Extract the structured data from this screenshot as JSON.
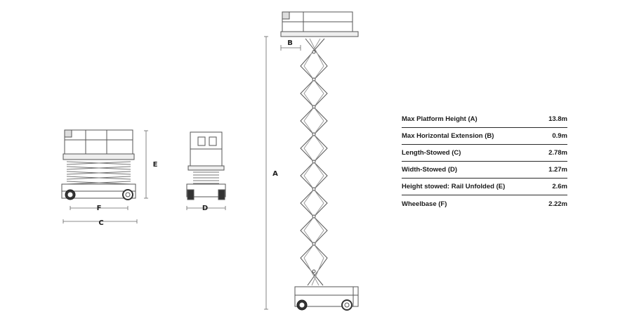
{
  "dimension_labels": {
    "a": "A",
    "b": "B",
    "c": "C",
    "d": "D",
    "e": "E",
    "f": "F"
  },
  "specs": [
    {
      "label": "Max Platform Height (A)",
      "value": "13.8m"
    },
    {
      "label": "Max Horizontal Extension (B)",
      "value": "0.9m"
    },
    {
      "label": "Length-Stowed (C)",
      "value": "2.78m"
    },
    {
      "label": "Width-Stowed (D)",
      "value": "1.27m"
    },
    {
      "label": "Height stowed: Rail Unfolded (E)",
      "value": "2.6m"
    },
    {
      "label": "Wheelbase (F)",
      "value": "2.22m"
    }
  ]
}
